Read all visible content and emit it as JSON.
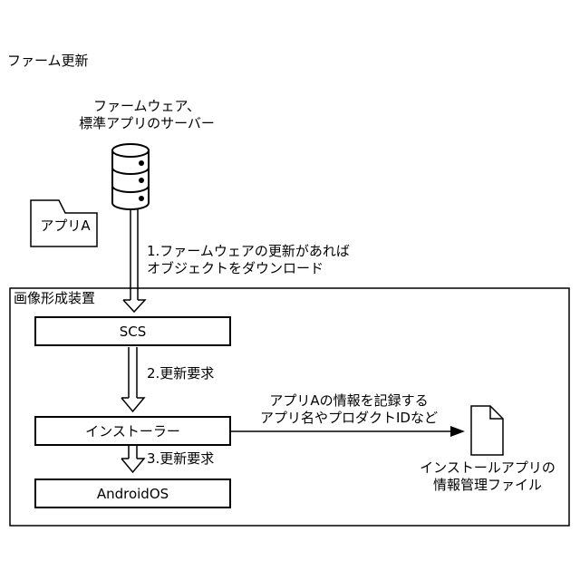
{
  "page": {
    "title": "ファーム更新"
  },
  "server": {
    "label_lines": [
      "ファームウェア、",
      "標準アプリのサーバー"
    ]
  },
  "folder": {
    "label": "アプリA"
  },
  "download_step": {
    "lines": [
      "1.ファームウェアの更新があれば",
      "オブジェクトをダウンロード"
    ]
  },
  "device": {
    "title": "画像形成装置"
  },
  "scs": {
    "label": "SCS"
  },
  "request_step_2": {
    "label": "2.更新要求"
  },
  "installer": {
    "label": "インストーラー"
  },
  "request_step_3": {
    "label": "3.更新要求"
  },
  "android": {
    "label": "AndroidOS"
  },
  "record_step": {
    "lines": [
      "アプリAの情報を記録する",
      "アプリ名やプロダクトIDなど"
    ]
  },
  "file": {
    "label_lines": [
      "インストールアプリの",
      "情報管理ファイル"
    ]
  }
}
